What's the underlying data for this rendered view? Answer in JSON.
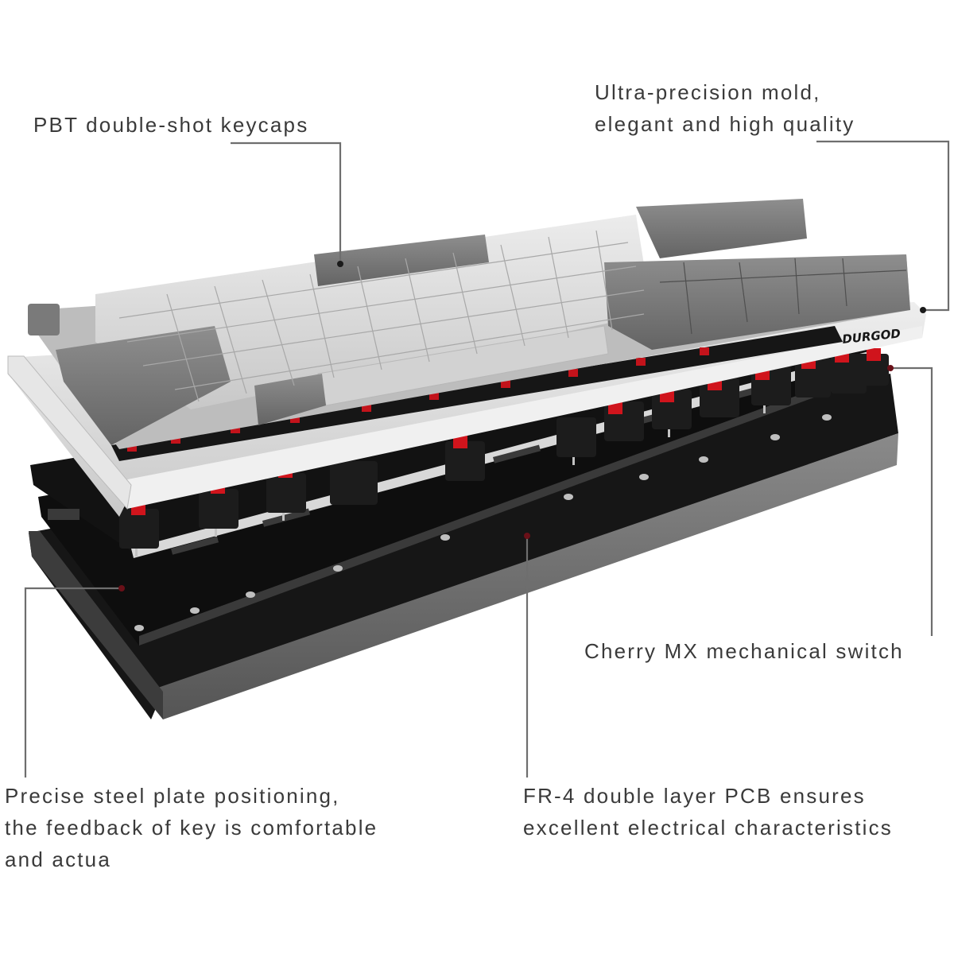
{
  "figure": {
    "type": "exploded-product-diagram",
    "subject": "mechanical keyboard",
    "brand_label": "DURGOD",
    "colors": {
      "background": "#ffffff",
      "text": "#3a3a3a",
      "leader_line": "#6e6e6e",
      "keycap_light": "#dcdcdc",
      "keycap_dark": "#7a7a7a",
      "frame_silver": "#d8d8d8",
      "switch_housing": "#1c1c1c",
      "switch_stem": "#d0141c",
      "plate": "#111111",
      "pcb": "#0d0d0d",
      "case_bottom": "#6f6f6f"
    },
    "layers": [
      "keycaps",
      "top frame",
      "switches",
      "steel plate",
      "PCB",
      "bottom case"
    ]
  },
  "callouts": [
    {
      "id": "keycaps",
      "lines": [
        "PBT double-shot keycaps"
      ]
    },
    {
      "id": "frame",
      "lines": [
        "Ultra-precision mold,",
        "elegant and high quality"
      ]
    },
    {
      "id": "switch",
      "lines": [
        "Cherry MX mechanical switch"
      ]
    },
    {
      "id": "plate",
      "lines": [
        "Precise steel plate positioning,",
        "the feedback of key is comfortable",
        "and actua"
      ]
    },
    {
      "id": "pcb",
      "lines": [
        "FR-4 double layer PCB ensures",
        "excellent electrical characteristics"
      ]
    }
  ]
}
